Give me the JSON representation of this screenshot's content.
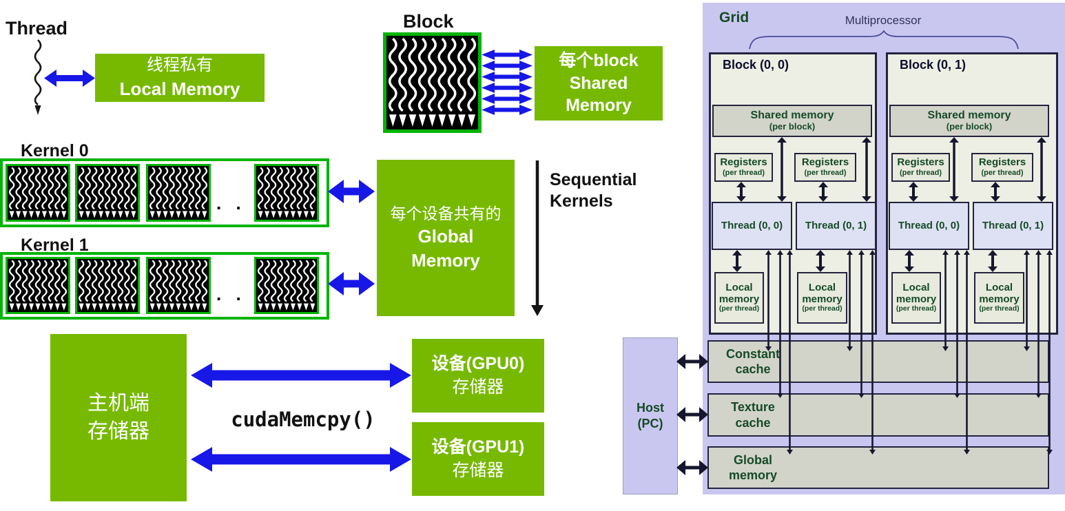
{
  "left": {
    "thread_label": "Thread",
    "block_label": "Block",
    "kernel0_label": "Kernel 0",
    "kernel1_label": "Kernel 1",
    "ellipsis": ". . .",
    "local_memory": {
      "cn": "线程私有",
      "en": "Local Memory"
    },
    "shared_memory": {
      "cn": "每个block",
      "en1": "Shared",
      "en2": "Memory"
    },
    "global_memory": {
      "cn": "每个设备共有的",
      "en1": "Global",
      "en2": "Memory"
    },
    "sequential": {
      "l1": "Sequential",
      "l2": "Kernels"
    },
    "host_memory": {
      "l1": "主机端",
      "l2": "存储器"
    },
    "cudamemcpy_label": "cudaMemcpy()",
    "gpu0": {
      "l1": "设备(GPU0)",
      "l2": "存储器"
    },
    "gpu1": {
      "l1": "设备(GPU1)",
      "l2": "存储器"
    }
  },
  "hw": {
    "grid_label": "Grid",
    "multiprocessor_label": "Multiprocessor",
    "blocks": [
      {
        "label": "Block (0, 0)",
        "shared": {
          "l1": "Shared memory",
          "l2": "(per block)"
        },
        "registers": {
          "l1": "Registers",
          "l2": "(per thread)"
        },
        "threads": [
          "Thread (0, 0)",
          "Thread (0, 1)"
        ],
        "local": {
          "l1": "Local",
          "l2": "memory",
          "l3": "(per thread)"
        }
      },
      {
        "label": "Block (0, 1)",
        "shared": {
          "l1": "Shared memory",
          "l2": "(per block)"
        },
        "registers": {
          "l1": "Registers",
          "l2": "(per thread)"
        },
        "threads": [
          "Thread (0, 0)",
          "Thread (0, 1)"
        ],
        "local": {
          "l1": "Local",
          "l2": "memory",
          "l3": "(per thread)"
        }
      }
    ],
    "constant_cache": {
      "l1": "Constant",
      "l2": "cache"
    },
    "texture_cache": {
      "l1": "Texture",
      "l2": "cache"
    },
    "global_memory": {
      "l1": "Global",
      "l2": "memory"
    },
    "host": {
      "l1": "Host",
      "l2": "(PC)"
    }
  },
  "colors": {
    "nvidia_green": "#76b900",
    "border_green": "#00b400",
    "arrow_blue": "#1717e8",
    "panel_lavender": "#c9c7f0",
    "block_fill": "#edefe4",
    "box_gray": "#d2d4ca",
    "box_light": "#e7eadd",
    "thread_fill": "#dde1f3",
    "dark_green_text": "#164a26"
  }
}
